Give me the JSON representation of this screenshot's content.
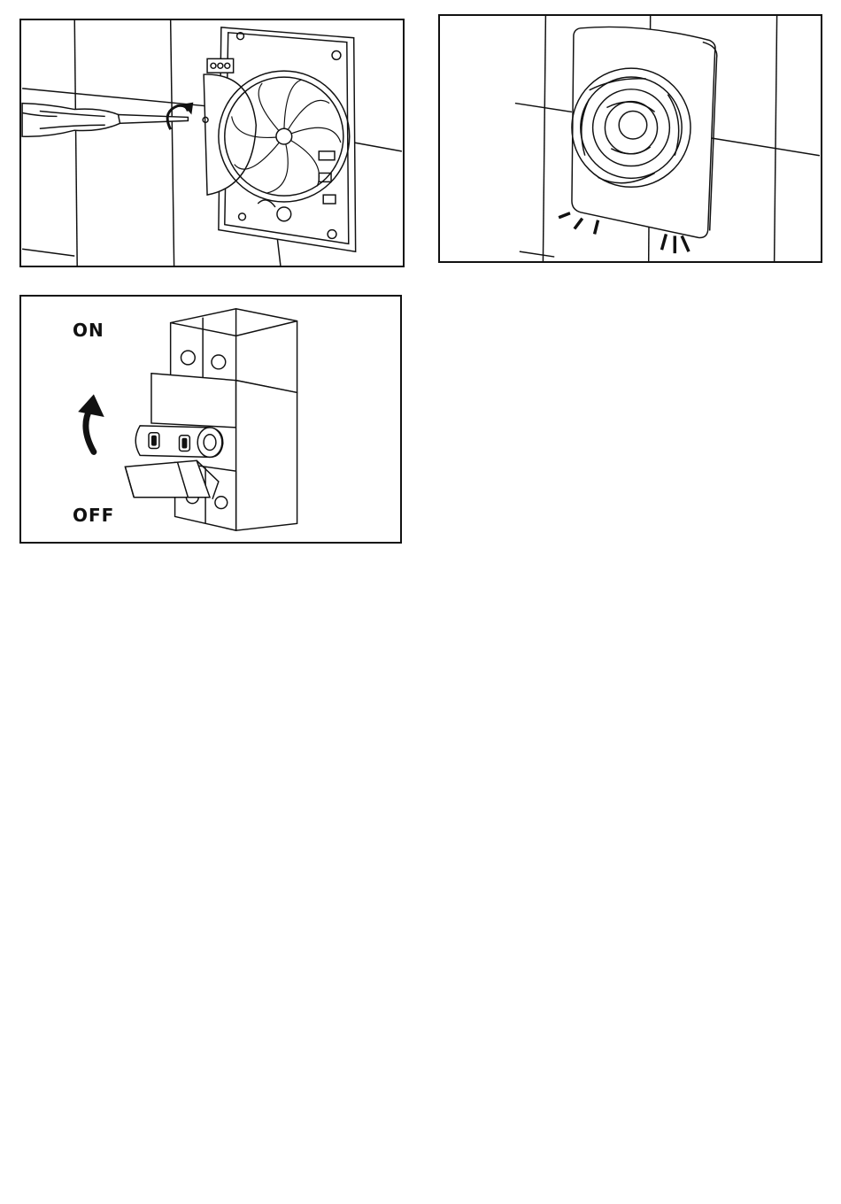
{
  "figures": [
    {
      "id": "fig-screw-mounting"
    },
    {
      "id": "fig-fan-installed"
    },
    {
      "id": "fig-circuit-breaker",
      "labels": {
        "on": "ON",
        "off": "OFF"
      }
    }
  ],
  "colors": {
    "line": "#111111",
    "background": "#ffffff"
  }
}
